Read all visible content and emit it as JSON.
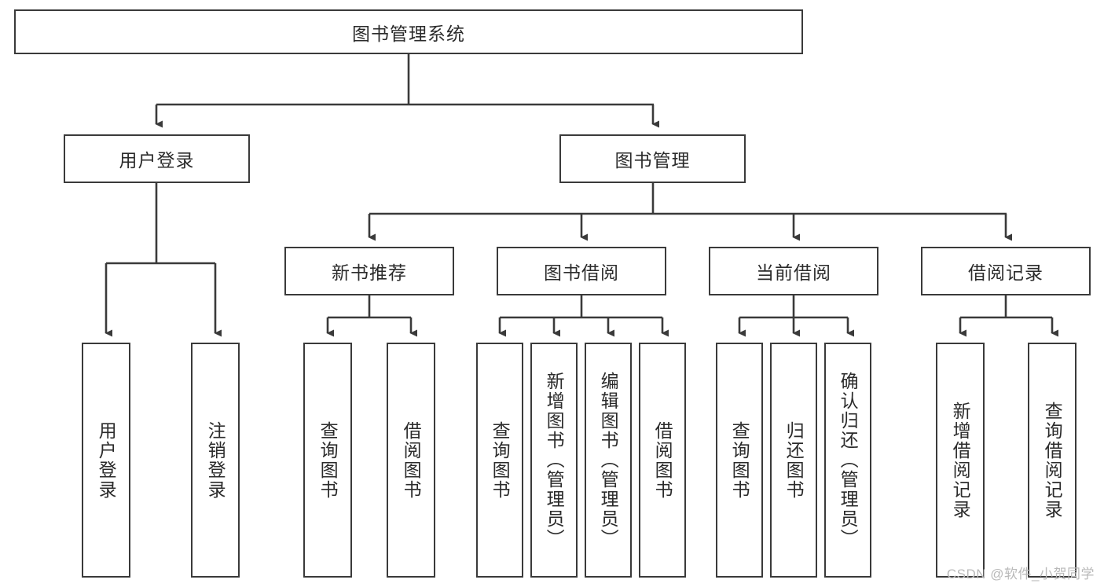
{
  "diagram": {
    "type": "tree-hierarchy",
    "title": "图书管理系统",
    "watermark": "CSDN @软件_小贺同学",
    "colors": {
      "box_border": "#3a3a3a",
      "box_fill": "#ffffff",
      "connector": "#3a3a3a",
      "text": "#2b2b2b",
      "watermark": "#b9b9b9"
    },
    "levels": {
      "root": "图书管理系统",
      "level2": [
        "用户登录",
        "图书管理"
      ],
      "level3": [
        "新书推荐",
        "图书借阅",
        "当前借阅",
        "借阅记录"
      ],
      "leaves": [
        "用户登录",
        "注销登录",
        "查询图书",
        "借阅图书",
        "查询图书",
        "新增图书（管理员）",
        "编辑图书（管理员）",
        "借阅图书",
        "查询图书",
        "归还图书",
        "确认归还（管理员）",
        "新增借阅记录",
        "查询借阅记录"
      ]
    },
    "nodes": {
      "root": {
        "label": "图书管理系统"
      },
      "user_login": {
        "label": "用户登录"
      },
      "book_manage": {
        "label": "图书管理"
      },
      "new_book_rec": {
        "label": "新书推荐"
      },
      "book_borrow": {
        "label": "图书借阅"
      },
      "current_borrow": {
        "label": "当前借阅"
      },
      "borrow_record": {
        "label": "借阅记录"
      },
      "leaf_user_login": {
        "label": "用户登录"
      },
      "leaf_logout": {
        "label": "注销登录"
      },
      "leaf_query_book_1": {
        "label": "查询图书"
      },
      "leaf_borrow_book_1": {
        "label": "借阅图书"
      },
      "leaf_query_book_2": {
        "label": "查询图书"
      },
      "leaf_add_book": {
        "label": "新增图书（管理员）"
      },
      "leaf_edit_book": {
        "label": "编辑图书（管理员）"
      },
      "leaf_borrow_book_2": {
        "label": "借阅图书"
      },
      "leaf_query_book_3": {
        "label": "查询图书"
      },
      "leaf_return_book": {
        "label": "归还图书"
      },
      "leaf_confirm_return": {
        "label": "确认归还（管理员）"
      },
      "leaf_add_record": {
        "label": "新增借阅记录"
      },
      "leaf_query_record": {
        "label": "查询借阅记录"
      }
    }
  }
}
